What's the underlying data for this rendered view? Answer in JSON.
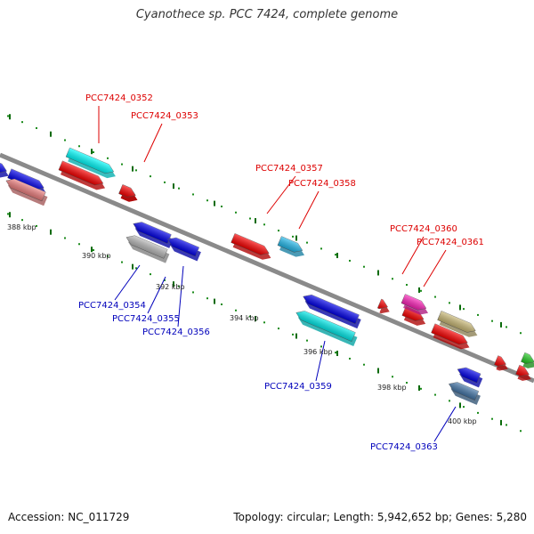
{
  "title": "Cyanothece sp. PCC 7424, complete genome",
  "footer": {
    "accession": "Accession: NC_011729",
    "genome_info": "Topology: circular; Length: 5,942,652 bp; Genes: 5,280"
  },
  "colors": {
    "backbone": "#888888",
    "top_label": "#dd0000",
    "bottom_label": "#0000bb",
    "dots": "#1a8a1a",
    "ticks": "#0a6a0a"
  },
  "scale_labels": [
    "388 kbp",
    "390 kbp",
    "392 kbp",
    "394 kbp",
    "396 kbp",
    "398 kbp",
    "400 kbp"
  ],
  "genes": [
    {
      "label": "PCC7424_0352",
      "strand": "+",
      "color": "#00ffff"
    },
    {
      "label": "PCC7424_0353",
      "strand": "+",
      "color": "#ff0000"
    },
    {
      "label": "PCC7424_0354",
      "strand": "-",
      "color": "#bbbbbb"
    },
    {
      "label": "PCC7424_0355",
      "strand": "-",
      "color": "#0000ee"
    },
    {
      "label": "PCC7424_0356",
      "strand": "-",
      "color": "#0000ee"
    },
    {
      "label": "PCC7424_0357",
      "strand": "+",
      "color": "#ff0000"
    },
    {
      "label": "PCC7424_0358",
      "strand": "+",
      "color": "#22bbee"
    },
    {
      "label": "PCC7424_0359",
      "strand": "-",
      "color": "#00eeee"
    },
    {
      "label": "PCC7424_0360",
      "strand": "+",
      "color": "#ff22bb"
    },
    {
      "label": "PCC7424_0361",
      "strand": "+",
      "color": "#ccbb77"
    },
    {
      "label": "PCC7424_0363",
      "strand": "-",
      "color": "#4477aa"
    }
  ]
}
